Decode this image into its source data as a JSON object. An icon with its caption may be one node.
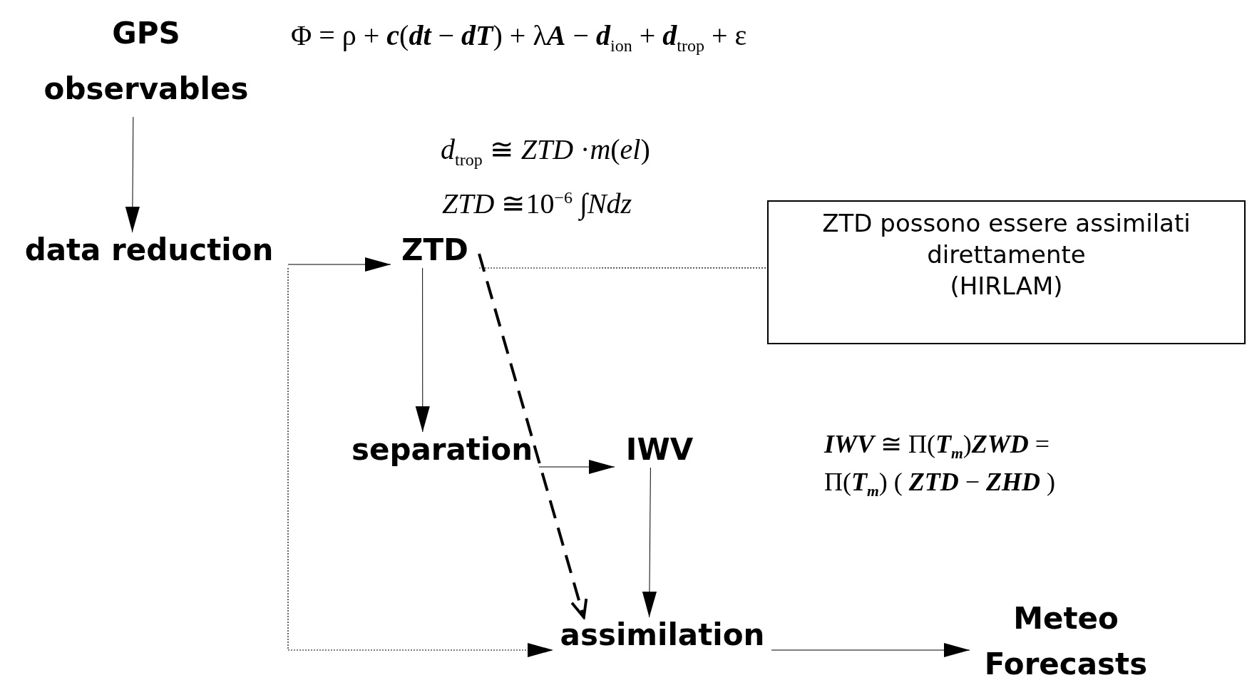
{
  "diagram": {
    "nodes": [
      {
        "text": [
          "GPS observables"
        ]
      },
      {
        "text": [
          "data reduction"
        ]
      },
      {
        "text": [
          "ZTD"
        ]
      },
      {
        "text": [
          "ZTD possono essere assimilati direttamente",
          "(HIRLAM)"
        ]
      },
      {
        "text": [
          "separation"
        ]
      },
      {
        "text": [
          "IWV"
        ]
      },
      {
        "text": [
          "assimilation"
        ]
      },
      {
        "text": [
          "Meteo Forecasts"
        ]
      }
    ],
    "edges": [
      {
        "from": 0,
        "to": 1,
        "arrow": "to"
      },
      {
        "from": 1,
        "to": 2,
        "arrow": "to"
      },
      {
        "from": 2,
        "to": 4,
        "arrow": "to"
      },
      {
        "from": 2,
        "to": 6,
        "arrow": "to",
        "style": "dashed"
      },
      {
        "from": 2,
        "to": 3,
        "arrow": "none",
        "style": "dashed"
      },
      {
        "from": 4,
        "to": 5,
        "arrow": "to"
      },
      {
        "from": 5,
        "to": 6,
        "arrow": "to"
      },
      {
        "from": 1,
        "to": 6,
        "arrow": "to",
        "style": "dashed"
      },
      {
        "from": 6,
        "to": 7,
        "arrow": "to"
      }
    ],
    "labels": [
      "Φ = ρ + **c**(**dt** − **dT**) + λ**A** − **d**$_{ion}$ + **d**$_{trop}$ + ε",
      "*d*$_{trop}$ ≅ *ZTD* ·*m*(*el*)",
      "*ZTD* ≅10$^{−6}$ ∫*Ndz*",
      "**IWV** ≅ Π(**T**$_{m}$)**ZWD** = Π(**T**$_{m}$) ( **ZTD** − **ZHD** )"
    ]
  }
}
